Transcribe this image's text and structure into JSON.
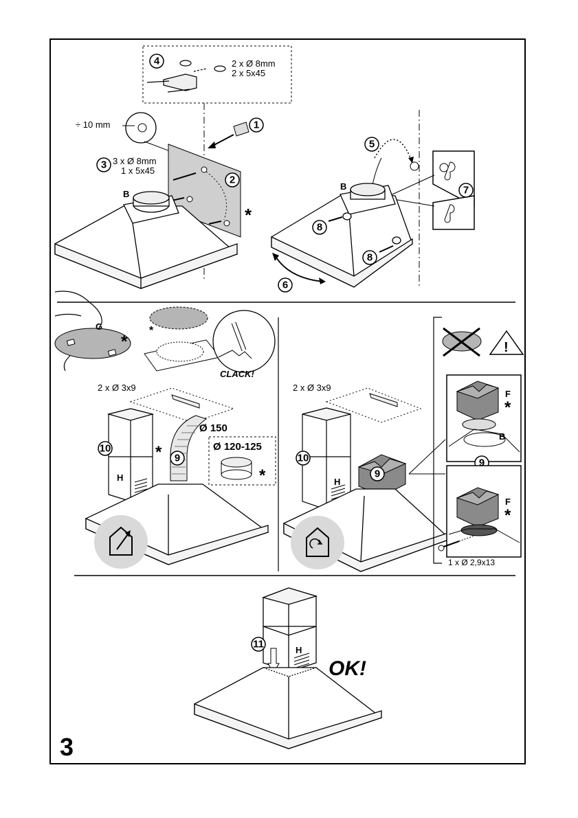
{
  "page": {
    "figure_number": "3"
  },
  "panel_a": {
    "step_labels": [
      "1",
      "2",
      "3",
      "4"
    ],
    "inset_4_line1": "2 x Ø 8mm",
    "inset_4_line2": "2 x 5x45",
    "gap_label": "÷ 10 mm",
    "step3_line1": "3 x Ø 8mm",
    "step3_line2": "1 x 5x45",
    "outlet_label": "B",
    "optional_mark": "*"
  },
  "panel_b": {
    "step_labels": [
      "5",
      "6",
      "7",
      "8",
      "8"
    ],
    "outlet_label": "B"
  },
  "panel_c": {
    "grease_filter_label": "G",
    "optional_mark": "*",
    "clack_text": "CLACK!",
    "screws_label": "2 x Ø 3x9",
    "duct_diameter": "Ø 150",
    "adapter_diameter": "Ø 120-125",
    "step_labels": [
      "10",
      "9"
    ],
    "chimney_label": "H"
  },
  "panel_d": {
    "screws_label": "2 x Ø 3x9",
    "step_labels": [
      "10",
      "9"
    ],
    "chimney_label": "H",
    "warning_symbol": "!",
    "deflector_label": "F",
    "outlet_label": "B",
    "deflector_step": "9",
    "screw_spec": "1 x Ø 2,9x13"
  },
  "panel_e": {
    "step_label": "11",
    "chimney_label": "H",
    "ok_text": "OK!"
  }
}
